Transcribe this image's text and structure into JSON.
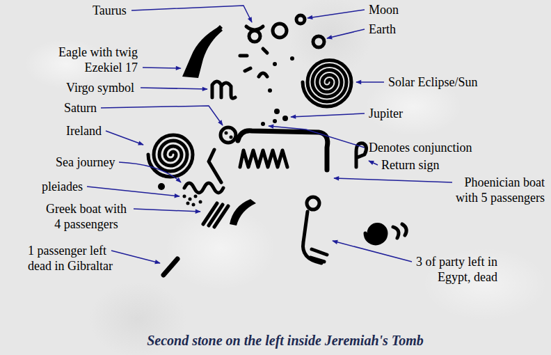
{
  "diagram": {
    "caption": "Second stone on the left inside Jeremiah's Tomb",
    "labels": [
      "Taurus",
      "Moon",
      "Earth",
      "Eagle with twig Ezekiel 17",
      "Virgo symbol",
      "Solar Eclipse/Sun",
      "Saturn",
      "Jupiter",
      "Ireland",
      "Denotes conjunction",
      "Return sign",
      "Sea journey",
      "Phoenician boat with 5 passengers",
      "pleiades",
      "Greek boat with 4 passengers",
      "1 passenger left dead in Gibraltar",
      "3 of party left in Egypt, dead"
    ]
  }
}
